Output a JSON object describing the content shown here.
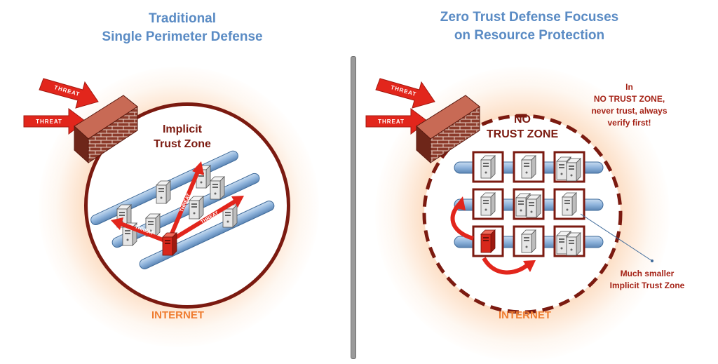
{
  "left_panel": {
    "title_lines": [
      "Traditional",
      "Single Perimeter Defense"
    ],
    "zone_label_lines": [
      "Implicit",
      "Trust Zone"
    ],
    "internet_label": "INTERNET",
    "threat_arrows": [
      "THREAT",
      "THREAT"
    ],
    "internal_arrows": [
      "THREAT",
      "THREAT",
      "THREAT"
    ]
  },
  "right_panel": {
    "title_lines": [
      "Zero Trust Defense Focuses",
      "on Resource Protection"
    ],
    "zone_label_lines": [
      "NO",
      "TRUST ZONE"
    ],
    "internet_label": "INTERNET",
    "threat_arrows": [
      "THREAT",
      "THREAT"
    ],
    "callout_top_lines": [
      "In",
      "NO TRUST ZONE,",
      "never trust, always",
      "verify first!"
    ],
    "callout_bottom_lines": [
      "Much smaller",
      "Implicit Trust Zone"
    ]
  },
  "colors": {
    "title_blue": "#5a8bc4",
    "threat_red": "#e2261c",
    "zone_border": "#7b1a10",
    "callout_red": "#a52317",
    "internet_orange": "#ef7d31",
    "glow_orange": "#f8aa6e",
    "pipe_blue": "#8fb4dc",
    "brick": "#8b3a2a"
  }
}
